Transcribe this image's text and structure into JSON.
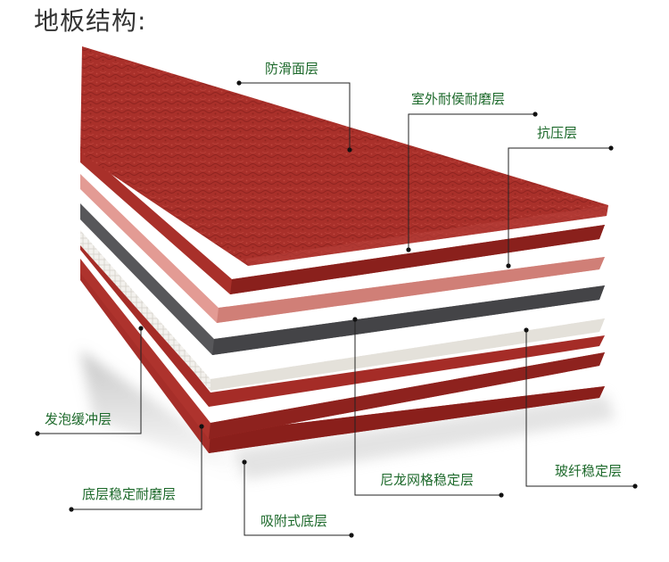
{
  "title": "地板结构:",
  "colors": {
    "label_text": "#1e6a2c",
    "leader_line": "#222222",
    "surface_red": "#a9302a",
    "light_red": "#e39b94",
    "dark_grey": "#57575a",
    "mesh_white": "#f3f1ed"
  },
  "layers": [
    {
      "label": "防滑面层"
    },
    {
      "label": "室外耐侯耐磨层"
    },
    {
      "label": "抗压层"
    },
    {
      "label": "尼龙网格稳定层"
    },
    {
      "label": "玻纤稳定层"
    },
    {
      "label": "发泡缓冲层"
    },
    {
      "label": "底层稳定耐磨层"
    },
    {
      "label": "吸附式底层"
    }
  ]
}
